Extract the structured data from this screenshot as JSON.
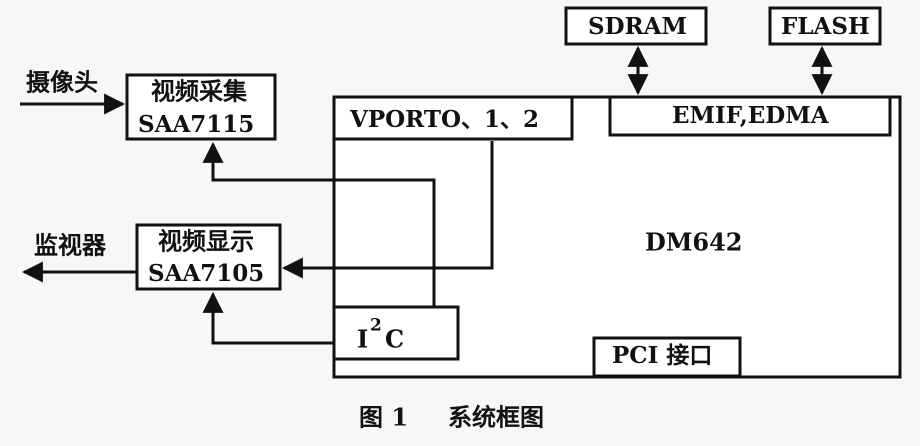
{
  "external": {
    "camera_label": "摄像头",
    "monitor_label": "监视器"
  },
  "video_capture": {
    "title": "视频采集",
    "chip": "SAA7115"
  },
  "video_display": {
    "title": "视频显示",
    "chip": "SAA7105"
  },
  "memory": {
    "sdram_label": "SDRAM",
    "flash_label": "FLASH"
  },
  "dsp": {
    "name": "DM642",
    "vport_label": "VPORTO、1、2",
    "emif_label": "EMIF,EDMA",
    "i2c_base": "I",
    "i2c_sup": "2",
    "i2c_suffix": "C",
    "pci_label": "PCI 接口"
  },
  "caption": {
    "figure_number": "图 1",
    "figure_title": "系统框图"
  }
}
